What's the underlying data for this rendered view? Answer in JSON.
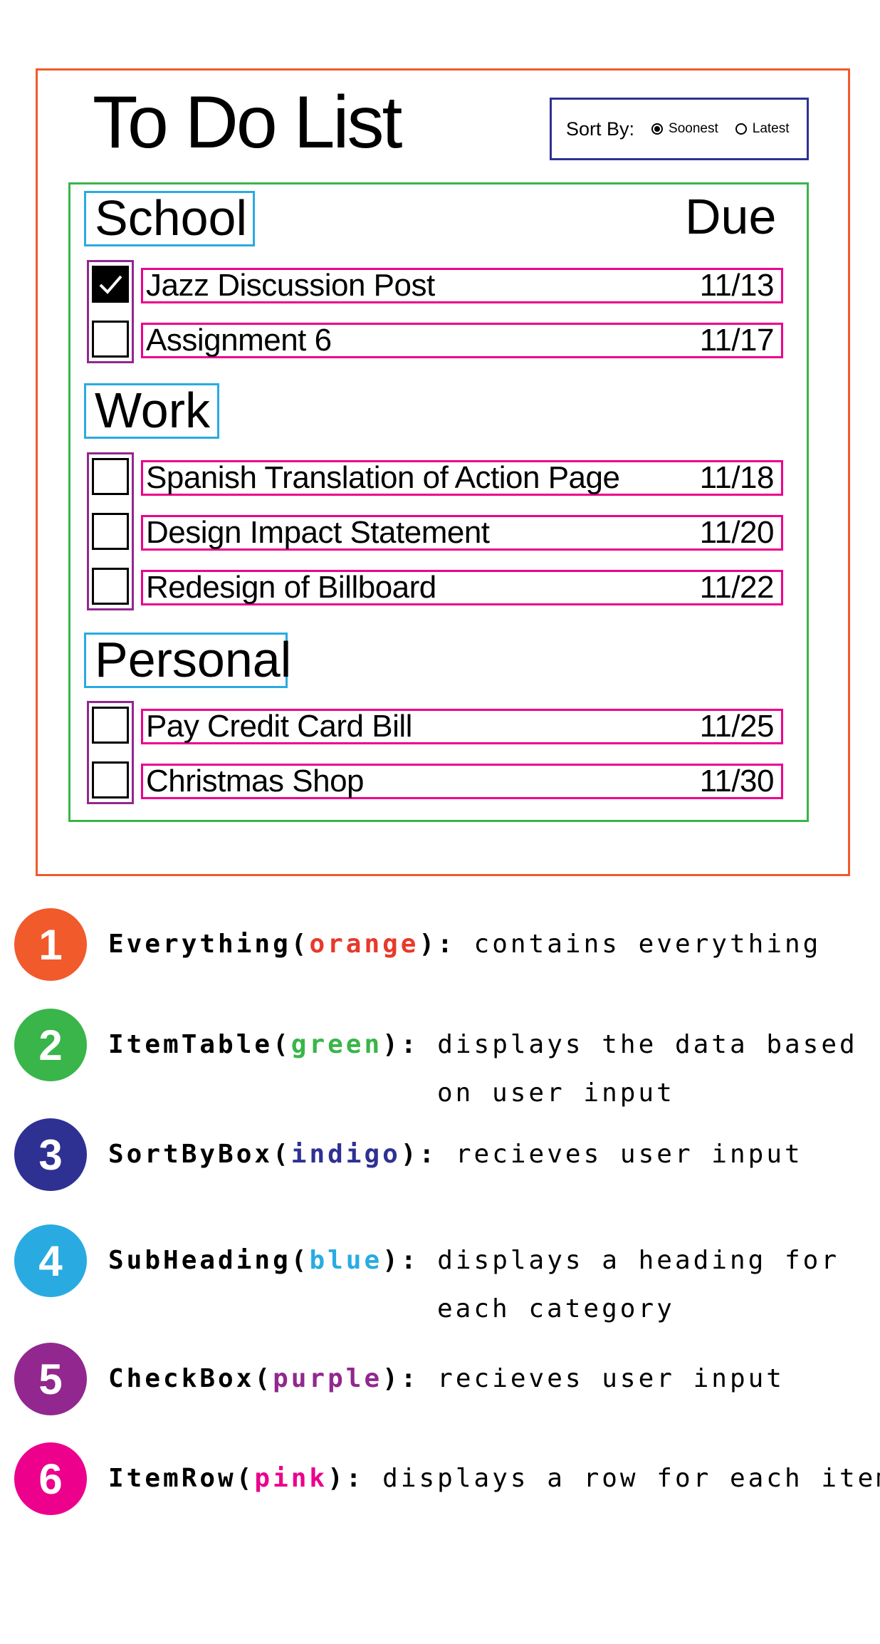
{
  "app": {
    "title": "To Do List",
    "sort": {
      "label": "Sort By:",
      "options": [
        "Soonest",
        "Latest"
      ],
      "selected": "Soonest"
    },
    "due_header": "Due",
    "categories": [
      {
        "name": "School",
        "items": [
          {
            "name": "Jazz Discussion Post",
            "due": "11/13",
            "checked": true
          },
          {
            "name": "Assignment 6",
            "due": "11/17",
            "checked": false
          }
        ]
      },
      {
        "name": "Work",
        "items": [
          {
            "name": "Spanish Translation of Action Page",
            "due": "11/18",
            "checked": false
          },
          {
            "name": "Design Impact Statement",
            "due": "11/20",
            "checked": false
          },
          {
            "name": "Redesign of Billboard",
            "due": "11/22",
            "checked": false
          }
        ]
      },
      {
        "name": "Personal",
        "items": [
          {
            "name": "Pay Credit Card Bill",
            "due": "11/25",
            "checked": false
          },
          {
            "name": "Christmas Shop",
            "due": "11/30",
            "checked": false
          }
        ]
      }
    ]
  },
  "legend": [
    {
      "number": "1",
      "component": "Everything",
      "color_name": "orange",
      "color": "#f15a2b",
      "color_text": "#e8392b",
      "description": [
        "contains everything"
      ]
    },
    {
      "number": "2",
      "component": "ItemTable",
      "color_name": "green",
      "color": "#39b54a",
      "color_text": "#39b54a",
      "description": [
        "displays the data based",
        "on user input"
      ]
    },
    {
      "number": "3",
      "component": "SortByBox",
      "color_name": "indigo",
      "color": "#2e3192",
      "color_text": "#2e3192",
      "description": [
        "recieves user input"
      ]
    },
    {
      "number": "4",
      "component": "SubHeading",
      "color_name": "blue",
      "color": "#29abe2",
      "color_text": "#29abe2",
      "description": [
        "displays a heading for",
        "each category"
      ]
    },
    {
      "number": "5",
      "component": "CheckBox",
      "color_name": "purple",
      "color": "#92278f",
      "color_text": "#92278f",
      "description": [
        "recieves user input"
      ]
    },
    {
      "number": "6",
      "component": "ItemRow",
      "color_name": "pink",
      "color": "#ec008c",
      "color_text": "#ec008c",
      "description": [
        "displays a row for each item"
      ]
    }
  ]
}
